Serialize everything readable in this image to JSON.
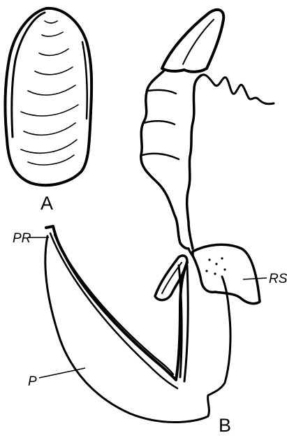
{
  "figure": {
    "panel_a_label": "A",
    "panel_b_label": "B",
    "labels": {
      "pr": "PR",
      "rs": "RS",
      "p": "P"
    },
    "ink_color": "#000000",
    "background_color": "#ffffff"
  }
}
